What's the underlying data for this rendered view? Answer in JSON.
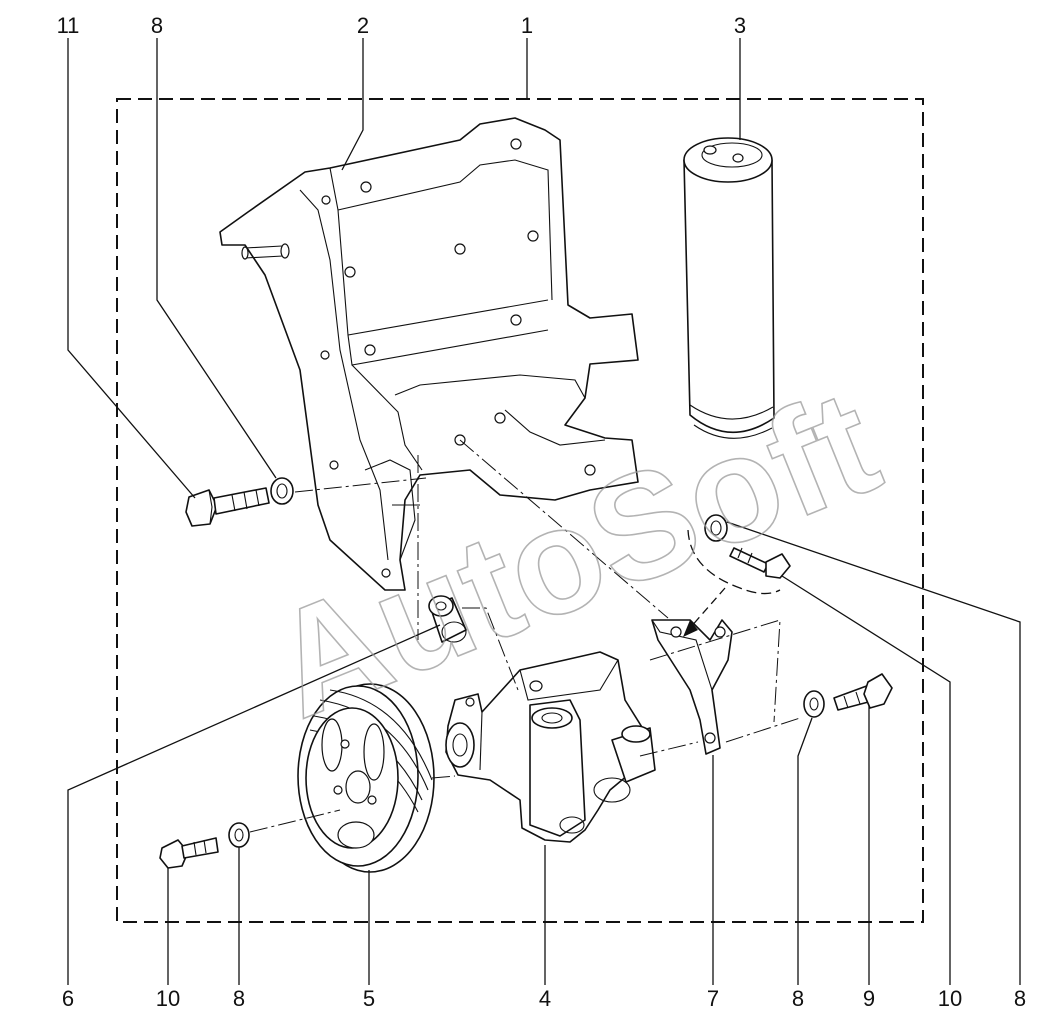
{
  "watermark": "AutoSoft",
  "callouts": {
    "top": [
      "11",
      "8",
      "2",
      "1",
      "3"
    ],
    "bottom": [
      "6",
      "10",
      "8",
      "5",
      "4",
      "7",
      "8",
      "9",
      "10",
      "8"
    ]
  }
}
